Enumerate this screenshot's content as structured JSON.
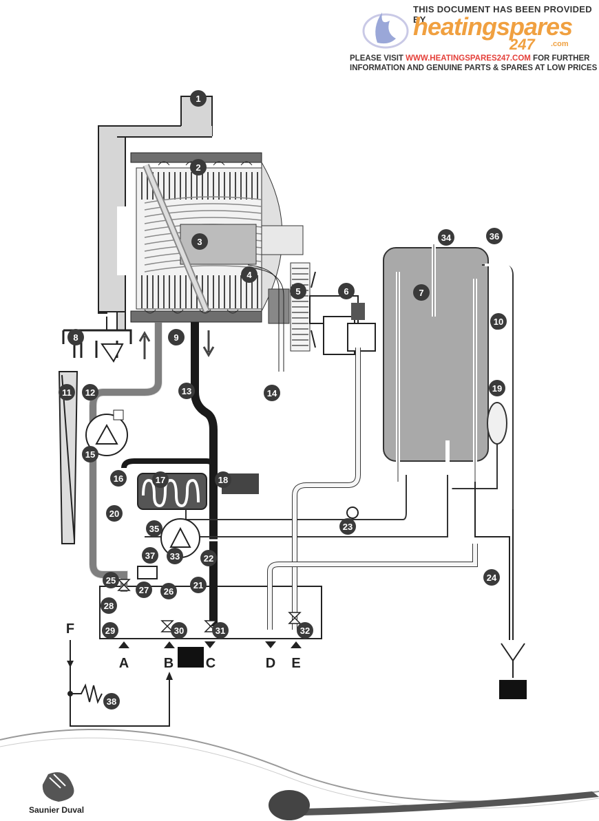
{
  "header": {
    "provided_by": "THIS DOCUMENT HAS BEEN PROVIDED BY",
    "brand_name": "heatingspares",
    "brand_number": "247",
    "brand_tld": ".com",
    "visit_prefix": "PLEASE VISIT",
    "visit_url": "WWW.HEATINGSPARES247.COM",
    "visit_suffix": "FOR FURTHER",
    "visit_line2": "INFORMATION AND GENUINE PARTS & SPARES AT LOW PRICES"
  },
  "component_numbers": [
    "1",
    "2",
    "3",
    "4",
    "5",
    "6",
    "7",
    "8",
    "9",
    "10",
    "11",
    "12",
    "13",
    "14",
    "15",
    "16",
    "17",
    "18",
    "19",
    "20",
    "21",
    "22",
    "23",
    "24",
    "25",
    "26",
    "27",
    "28",
    "29",
    "30",
    "31",
    "32",
    "33",
    "34",
    "35",
    "36",
    "37",
    "38"
  ],
  "connection_letters": [
    "A",
    "B",
    "C",
    "D",
    "E",
    "F"
  ],
  "footer": {
    "brand": "Saunier Duval"
  },
  "colors": {
    "casing_grey": "#d6d6d6",
    "tank_grey": "#a9a9a9",
    "pipe_dark": "#1a1a1a",
    "pipe_mid": "#8c8c8c",
    "label_disc": "#3a3a3a",
    "brand_orange": "#f0a040",
    "url_red": "#e4403a"
  }
}
